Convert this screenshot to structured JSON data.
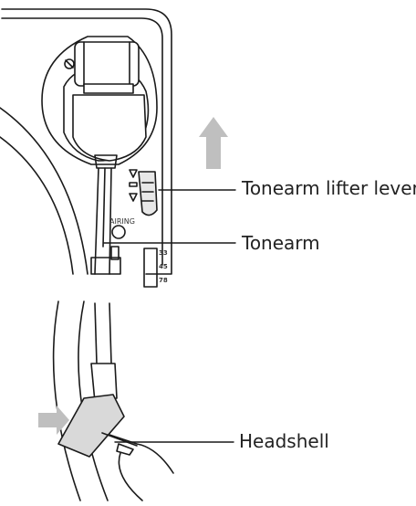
{
  "labels": {
    "lifter": "Tonearm lifter lever",
    "tonearm": "Tonearm",
    "headshell": "Headshell"
  },
  "panel_text": {
    "pairing": "AIRING",
    "speed_33": "33",
    "speed_45": "45",
    "speed_78": "78"
  },
  "colors": {
    "line": "#1a1a1a",
    "arrow": "#bfbfbf",
    "cartridge_fill": "#d9d9d9"
  }
}
